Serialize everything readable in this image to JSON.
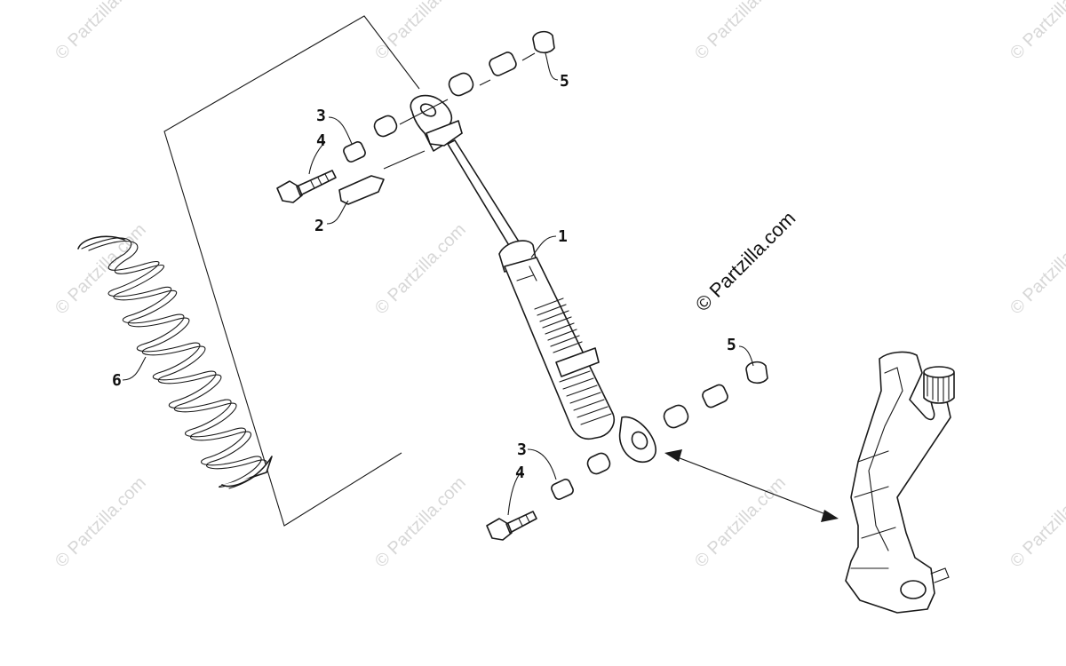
{
  "diagram": {
    "callouts": [
      {
        "id": "c1",
        "label": "1"
      },
      {
        "id": "c2",
        "label": "2"
      },
      {
        "id": "c3a",
        "label": "3"
      },
      {
        "id": "c4a",
        "label": "4"
      },
      {
        "id": "c3b",
        "label": "3"
      },
      {
        "id": "c4b",
        "label": "4"
      },
      {
        "id": "c5a",
        "label": "5"
      },
      {
        "id": "c5b",
        "label": "5"
      },
      {
        "id": "c6",
        "label": "6"
      }
    ],
    "copyright": "© Partzilla.com",
    "watermark": "© Partzilla.com"
  },
  "colors": {
    "ink": "#1a1a1a",
    "watermark": "#d7d7d7"
  }
}
